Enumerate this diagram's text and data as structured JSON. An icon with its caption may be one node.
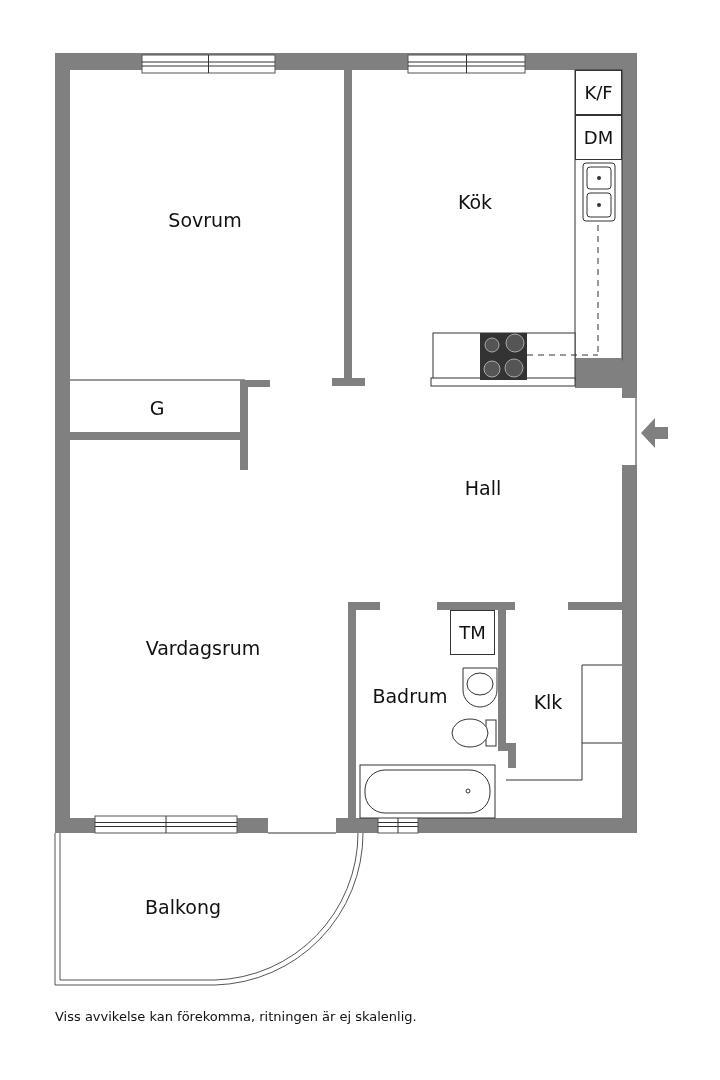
{
  "diagram": {
    "caption": "Viss avvikelse kan förekomma, ritningen är ej skalenlig.",
    "nodes": [
      {
        "text": [
          "K/F"
        ]
      },
      {
        "text": [
          "DM"
        ]
      },
      {
        "text": [
          "TM"
        ]
      }
    ],
    "labels": [
      "Sovrum",
      "Kök",
      "G",
      "Hall",
      "Vardagsrum",
      "Badrum",
      "Klk",
      "Balkong"
    ]
  }
}
